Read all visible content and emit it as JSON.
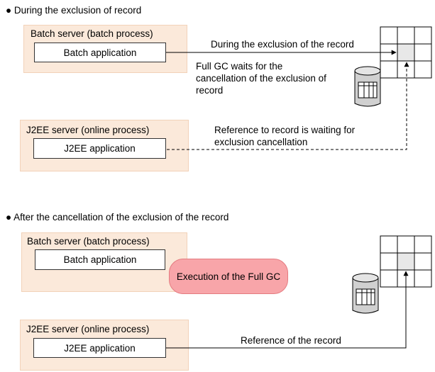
{
  "top": {
    "heading": "● During the exclusion of record",
    "batch_server_label": "Batch server (batch process)",
    "batch_app_label": "Batch application",
    "j2ee_server_label": "J2EE server (online process)",
    "j2ee_app_label": "J2EE application",
    "exclusion_label": "During the exclusion of the record",
    "gc_wait_label": [
      "Full GC waits for the",
      "cancellation of the exclusion of",
      "record"
    ],
    "reference_wait_label": [
      "Reference to record is waiting for",
      "exclusion cancellation"
    ]
  },
  "bottom": {
    "heading": "● After the cancellation of the exclusion of the record",
    "batch_server_label": "Batch server (batch process)",
    "batch_app_label": "Batch application",
    "gc_label": "Execution of the Full GC",
    "j2ee_server_label": "J2EE server (online process)",
    "j2ee_app_label": "J2EE application",
    "reference_label": "Reference of the record"
  },
  "colors": {
    "server_fill": "#fbe9da",
    "gc_fill": "#f8a5a9",
    "cell_highlight": "#e8e8e8"
  }
}
